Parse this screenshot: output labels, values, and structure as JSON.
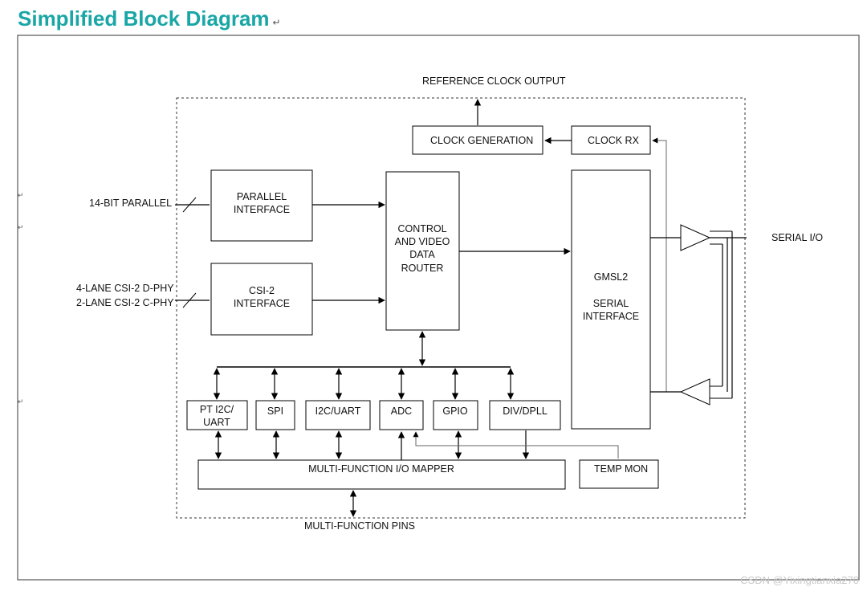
{
  "title": "Simplified Block Diagram",
  "para_mark": "↵",
  "inputs": {
    "parallel": "14-BIT PARALLEL",
    "csi_dphy": "4-LANE CSI-2 D-PHY",
    "csi_cphy": "2-LANE CSI-2 C-PHY"
  },
  "outputs": {
    "ref_clock": "REFERENCE CLOCK OUTPUT",
    "serial_io": "SERIAL I/O",
    "mf_pins": "MULTI-FUNCTION PINS"
  },
  "blocks": {
    "clock_generation": "CLOCK GENERATION",
    "clock_rx": "CLOCK RX",
    "parallel_interface": [
      "PARALLEL",
      "INTERFACE"
    ],
    "csi2_interface": [
      "CSI-2",
      "INTERFACE"
    ],
    "router": [
      "CONTROL",
      "AND VIDEO",
      "DATA",
      "ROUTER"
    ],
    "gmsl2": [
      "GMSL2",
      "SERIAL",
      "INTERFACE"
    ],
    "pt_i2c_uart": [
      "PT I2C/",
      "UART"
    ],
    "spi": "SPI",
    "i2c_uart": "I2C/UART",
    "adc": "ADC",
    "gpio": "GPIO",
    "div_dpll": "DIV/DPLL",
    "mfio_mapper": "MULTI-FUNCTION I/O MAPPER",
    "temp_mon": "TEMP MON"
  },
  "watermark": "CSDN @Yixingtianxia270"
}
